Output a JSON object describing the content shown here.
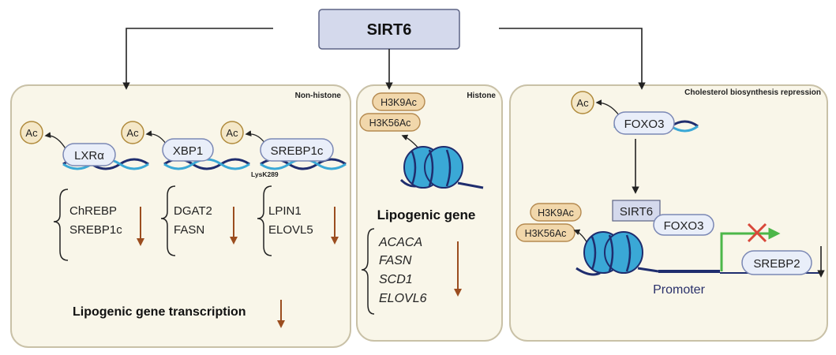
{
  "title": "SIRT6",
  "colors": {
    "panel_fill": "#f9f6e9",
    "panel_stroke": "#c9c1a7",
    "title_fill": "#d4d9ec",
    "title_stroke": "#5d6485",
    "ac_fill": "#f4e7c7",
    "ac_stroke": "#b08a3b",
    "mark_fill": "#f1d7ab",
    "mark_stroke": "#b58a50",
    "pill_fill": "#e9eef9",
    "pill_stroke": "#7b88b5",
    "dna_dark": "#1f2d6e",
    "dna_light": "#3aa8d6",
    "down_arrow": "#9b4d1f",
    "green": "#4cb749",
    "cross": "#d9483a",
    "promoter_text": "#29306a"
  },
  "panels": {
    "left": {
      "label": "Non-histone",
      "ac_label": "Ac",
      "factors": [
        {
          "name": "LXRα",
          "genes": [
            "ChREBP",
            "SREBP1c"
          ]
        },
        {
          "name": "XBP1",
          "genes": [
            "DGAT2",
            "FASN"
          ]
        },
        {
          "name": "SREBP1c",
          "genes": [
            "LPIN1",
            "ELOVL5"
          ]
        }
      ],
      "site_label": "LysK289",
      "footer": "Lipogenic gene transcription"
    },
    "middle": {
      "label": "Histone",
      "marks": [
        "H3K9Ac",
        "H3K56Ac"
      ],
      "heading": "Lipogenic gene",
      "genes": [
        "ACACA",
        "FASN",
        "SCD1",
        "ELOVL6"
      ]
    },
    "right": {
      "label": "Cholesterol biosynthesis repression",
      "ac_label": "Ac",
      "factor": "FOXO3",
      "complex": [
        "SIRT6",
        "FOXO3"
      ],
      "marks": [
        "H3K9Ac",
        "H3K56Ac"
      ],
      "target": "SREBP2",
      "promoter": "Promoter"
    }
  }
}
